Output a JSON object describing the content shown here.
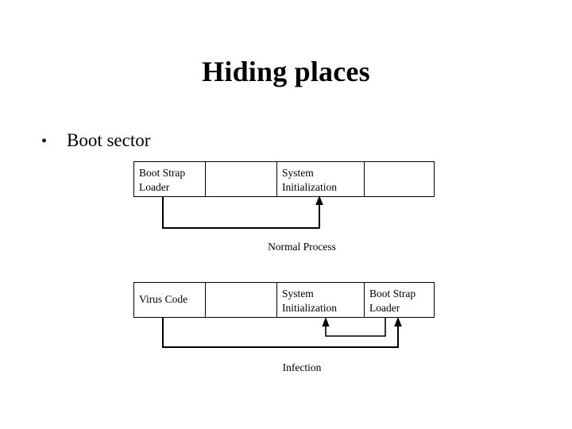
{
  "slide": {
    "title": "Hiding places",
    "background_color": "#ffffff",
    "text_color": "#000000",
    "bullet_glyph": "•"
  },
  "bullets": [
    {
      "label": "Boot sector"
    }
  ],
  "diagrams": [
    {
      "id": "normal",
      "caption": "Normal Process",
      "cells": [
        {
          "lines": [
            "Boot Strap",
            "Loader"
          ]
        },
        {
          "lines": []
        },
        {
          "lines": [
            "System",
            "Initialization"
          ]
        },
        {
          "lines": []
        }
      ]
    },
    {
      "id": "infection",
      "caption": "Infection",
      "cells": [
        {
          "lines": [
            "Virus Code"
          ]
        },
        {
          "lines": []
        },
        {
          "lines": [
            "System",
            "Initialization"
          ]
        },
        {
          "lines": [
            "Boot Strap",
            "Loader"
          ]
        }
      ]
    }
  ]
}
